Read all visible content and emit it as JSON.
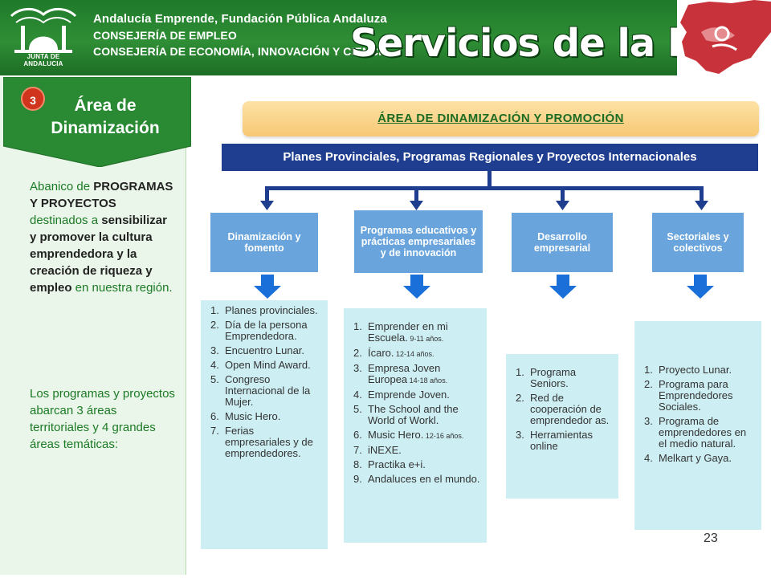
{
  "header": {
    "logo_text": "JUNTA DE ANDALUCIA",
    "org_line1": "Andalucía Emprende, Fundación Pública Andaluza",
    "org_line2": "CONSEJERÍA DE EMPLEO",
    "org_line3": "CONSEJERÍA DE ECONOMÍA, INNOVACIÓN Y CIENCIA",
    "title": "Servicios de la Red"
  },
  "sidebar": {
    "number": "3",
    "title_line1": "Área de",
    "title_line2": "Dinamización",
    "desc1": {
      "p1": "Abanico de ",
      "p2": "PROGRAMAS Y PROYECTOS",
      "p3": " destinados a ",
      "p4": "sensibilizar y promover la cultura emprendedora y la creación de riqueza y empleo",
      "p5": " en nuestra región."
    },
    "desc2": "Los programas y proyectos abarcan 3 áreas territoriales y 4 grandes áreas temáticas:"
  },
  "main": {
    "area_banner": "ÁREA DE DINAMIZACIÓN Y PROMOCIÓN",
    "plans_bar": "Planes Provinciales, Programas Regionales y Proyectos Internacionales",
    "categories": [
      {
        "label": "Dinamización y fomento",
        "items": [
          {
            "n": "1.",
            "t": "Planes provinciales."
          },
          {
            "n": "2.",
            "t": "Día de la persona Emprendedora."
          },
          {
            "n": "3.",
            "t": "Encuentro Lunar."
          },
          {
            "n": "4.",
            "t": "Open Mind Award."
          },
          {
            "n": "5.",
            "t": "Congreso Internacional de la Mujer."
          },
          {
            "n": "6.",
            "t": "Music Hero."
          },
          {
            "n": "7.",
            "t": "Ferias empresariales y de emprendedores."
          }
        ]
      },
      {
        "label": "Programas educativos y prácticas empresariales y de innovación",
        "items": [
          {
            "n": "1.",
            "t": "Emprender en mi Escuela.",
            "s": " 9-11 años."
          },
          {
            "n": "2.",
            "t": "Ícaro.",
            "s": " 12-14 años."
          },
          {
            "n": "3.",
            "t": "Empresa Joven Europea",
            "s": " 14-18 años."
          },
          {
            "n": "4.",
            "t": "Emprende Joven."
          },
          {
            "n": "5.",
            "t": "The School and the World of Workl."
          },
          {
            "n": "6.",
            "t": "Music Hero.",
            "s": " 12-16 años."
          },
          {
            "n": "7.",
            "t": "iNEXE."
          },
          {
            "n": "8.",
            "t": "Practika e+i."
          },
          {
            "n": "9.",
            "t": "Andaluces en el mundo."
          }
        ]
      },
      {
        "label": "Desarrollo empresarial",
        "items": [
          {
            "n": "1.",
            "t": "Programa Seniors."
          },
          {
            "n": "2.",
            "t": "Red de cooperación de emprendedor as."
          },
          {
            "n": "3.",
            "t": "Herramientas online"
          }
        ]
      },
      {
        "label": "Sectoriales y colectivos",
        "items": [
          {
            "n": "1.",
            "t": "Proyecto Lunar."
          },
          {
            "n": "2.",
            "t": "Programa para Emprendedores Sociales."
          },
          {
            "n": "3.",
            "t": "Programa de emprendedores en el medio natural."
          },
          {
            "n": "4.",
            "t": "Melkart y Gaya."
          }
        ]
      }
    ]
  },
  "page_number": "23",
  "colors": {
    "header_green": "#2f8e35",
    "plans_bar": "#1f3e8f",
    "category_box": "#69a5dc",
    "list_box": "#cdeef2",
    "banner": "#f7c874",
    "accent_red": "#d0341c"
  }
}
